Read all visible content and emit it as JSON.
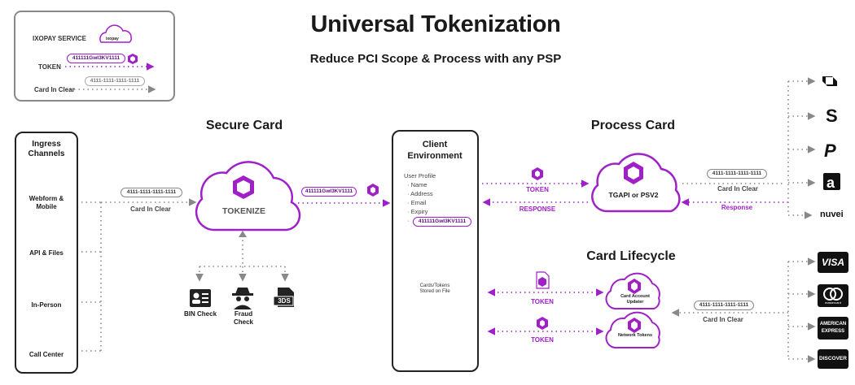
{
  "header": {
    "title": "Universal Tokenization",
    "subtitle": "Reduce PCI Scope & Process with any PSP"
  },
  "legend": {
    "service_label": "IXOPAY SERVICE",
    "logo_text": "ixopay",
    "token_label": "TOKEN",
    "token_value": "411111GwI3KV1111",
    "clear_label": "Card In Clear",
    "clear_value": "4111-1111-1111-1111"
  },
  "sections": {
    "secure_card": "Secure Card",
    "process_card": "Process Card",
    "card_lifecycle": "Card Lifecycle"
  },
  "ingress": {
    "title": "Ingress Channels",
    "channels": [
      {
        "label": "Webform & Mobile",
        "icon": "monitor-icon"
      },
      {
        "label": "API & Files",
        "icon": "document-icon"
      },
      {
        "label": "In-Person",
        "icon": "cash-register-icon"
      },
      {
        "label": "Call Center",
        "icon": "headset-icon"
      }
    ]
  },
  "secure_flow": {
    "card_value": "4111-1111-1111-1111",
    "card_label": "Card In Clear",
    "tokenize_label": "TOKENIZE",
    "token_value": "411111GwI3KV1111",
    "checks": [
      {
        "label": "BIN Check",
        "icon": "id-card-icon"
      },
      {
        "label": "Fraud Check",
        "icon": "spy-icon"
      },
      {
        "label": "",
        "icon": "3ds-icon",
        "badge": "3DS"
      }
    ]
  },
  "client": {
    "title": "Client Environment",
    "profile_title": "User Profile",
    "fields": [
      "Name",
      "Address",
      "Email",
      "Expiry"
    ],
    "token_value": "411111GwI3KV1111",
    "db_label": "Cards/Tokens Stored on File"
  },
  "process": {
    "token_label": "TOKEN",
    "response_label": "RESPONSE",
    "gateway_label": "TGAPI or PSV2",
    "card_value": "4111-1111-1111-1111",
    "card_label": "Card In Clear",
    "psp_response_label": "Response",
    "psps": [
      {
        "name": "chase-icon"
      },
      {
        "name": "stripe-icon",
        "text": "S"
      },
      {
        "name": "paypal-icon",
        "text": "P"
      },
      {
        "name": "adyen-icon",
        "text": "a"
      },
      {
        "name": "nuvei-logo",
        "text": "nuvei"
      }
    ]
  },
  "lifecycle": {
    "token_label_1": "TOKEN",
    "token_label_2": "TOKEN",
    "updater_label": "Card Account Updater",
    "network_label": "Network Tokens",
    "card_value": "4111-1111-1111-1111",
    "card_label": "Card In Clear",
    "networks": [
      {
        "name": "visa-logo",
        "text": "VISA"
      },
      {
        "name": "mastercard-logo",
        "text": "mastercard"
      },
      {
        "name": "amex-logo",
        "text": "AMERICAN EXPRESS"
      },
      {
        "name": "discover-logo",
        "text": "DISCOVER"
      }
    ]
  },
  "colors": {
    "accent": "#a020c8",
    "dark": "#1a1a1a",
    "gray": "#888888"
  }
}
